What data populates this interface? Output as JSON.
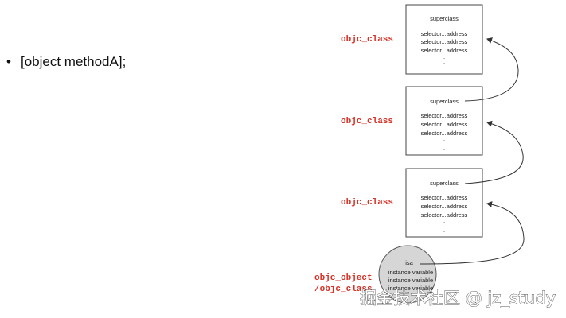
{
  "slide": {
    "bullet_glyph": "•",
    "bullet_text": "[object methodA];"
  },
  "diagram": {
    "class_boxes": [
      {
        "label": "objc_class",
        "superclass": "superclass",
        "entries": [
          "selector...address",
          "selector...address",
          "selector...address"
        ]
      },
      {
        "label": "objc_class",
        "superclass": "superclass",
        "entries": [
          "selector...address",
          "selector...address",
          "selector...address"
        ]
      },
      {
        "label": "objc_class",
        "superclass": "superclass",
        "entries": [
          "selector...address",
          "selector...address",
          "selector...address"
        ]
      }
    ],
    "object": {
      "isa": "isa",
      "variables": [
        "instance variable",
        "instance variable",
        "instance variable"
      ],
      "labels": [
        "objc_object",
        "/objc_class"
      ]
    },
    "ellipsis": ".",
    "label_color": "#d93025"
  },
  "watermark": {
    "text": "掘金技术社区 @ jz_study"
  }
}
